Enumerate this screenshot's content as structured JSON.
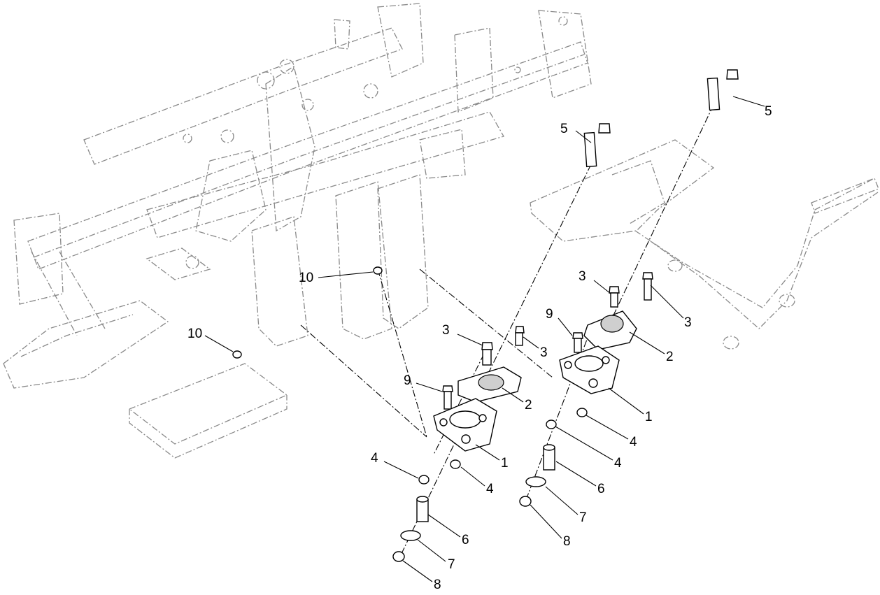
{
  "diagram": {
    "callouts": [
      {
        "id": "c5a",
        "label": "5"
      },
      {
        "id": "c5b",
        "label": "5"
      },
      {
        "id": "c3a",
        "label": "3"
      },
      {
        "id": "c3b",
        "label": "3"
      },
      {
        "id": "c9a",
        "label": "9"
      },
      {
        "id": "c2a",
        "label": "2"
      },
      {
        "id": "c1a",
        "label": "1"
      },
      {
        "id": "c4a",
        "label": "4"
      },
      {
        "id": "c4b",
        "label": "4"
      },
      {
        "id": "c10a",
        "label": "10"
      },
      {
        "id": "c10b",
        "label": "10"
      },
      {
        "id": "c3c",
        "label": "3"
      },
      {
        "id": "c3d",
        "label": "3"
      },
      {
        "id": "c9b",
        "label": "9"
      },
      {
        "id": "c2b",
        "label": "2"
      },
      {
        "id": "c1b",
        "label": "1"
      },
      {
        "id": "c4c",
        "label": "4"
      },
      {
        "id": "c4d",
        "label": "4"
      },
      {
        "id": "c6a",
        "label": "6"
      },
      {
        "id": "c7a",
        "label": "7"
      },
      {
        "id": "c8a",
        "label": "8"
      },
      {
        "id": "c6b",
        "label": "6"
      },
      {
        "id": "c7b",
        "label": "7"
      },
      {
        "id": "c8b",
        "label": "8"
      }
    ]
  }
}
